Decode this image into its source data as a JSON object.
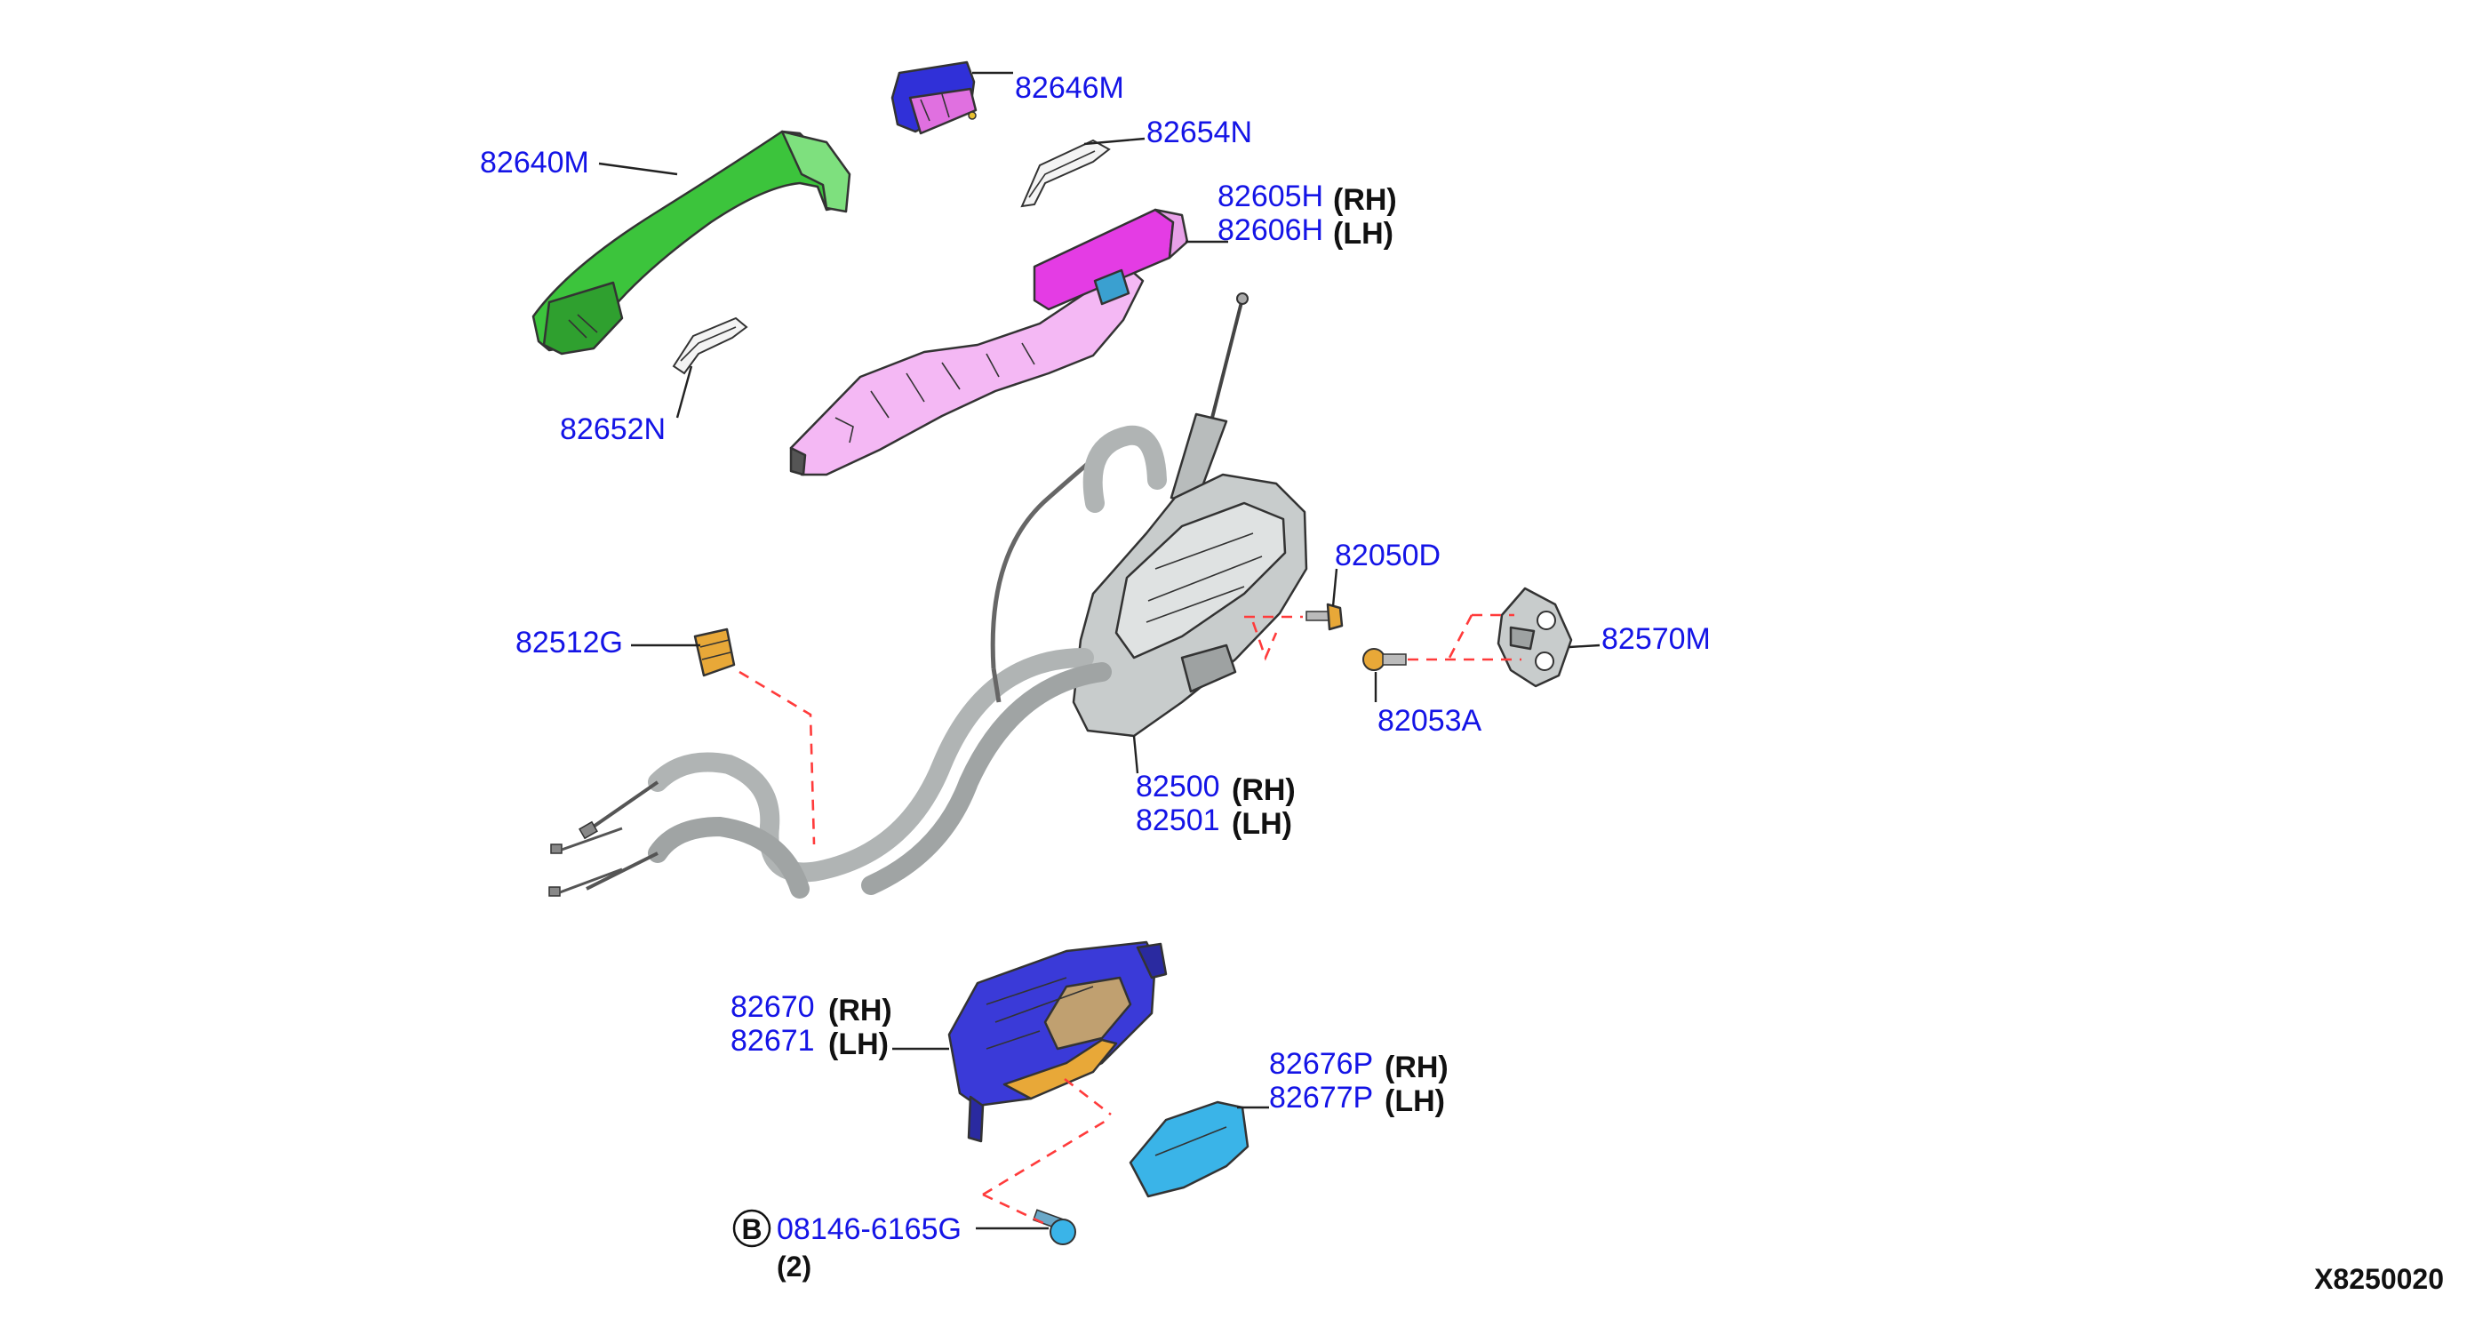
{
  "diagram": {
    "callouts": {
      "p82646M": "82646M",
      "p82654N": "82654N",
      "p82640M": "82640M",
      "p82605H": "82605H",
      "p82606H": "82606H",
      "p82652N": "82652N",
      "p82050D": "82050D",
      "p82512G": "82512G",
      "p82570M": "82570M",
      "p82053A": "82053A",
      "p82500": "82500",
      "p82501": "82501",
      "p82670": "82670",
      "p82671": "82671",
      "p82676P": "82676P",
      "p82677P": "82677P",
      "p08146": "08146-6165G"
    },
    "side_labels": {
      "rh": "(RH)",
      "lh": "(LH)"
    },
    "bolt_marker": "B",
    "bolt_qty": "(2)",
    "drawing_code": "X8250020",
    "colors": {
      "label_blue": "#1414e6",
      "outside_handle": "#3cc43c",
      "handle_cover": "#3030d8",
      "bracket": "#f4b8f4",
      "bracket_dark": "#e43ce4",
      "lock_actuator": "#c8cccc",
      "inside_handle": "#3a3ad8",
      "escutcheon": "#3ab4e8",
      "fastener": "#e8a838",
      "dash_line": "#ff3b3b"
    }
  }
}
